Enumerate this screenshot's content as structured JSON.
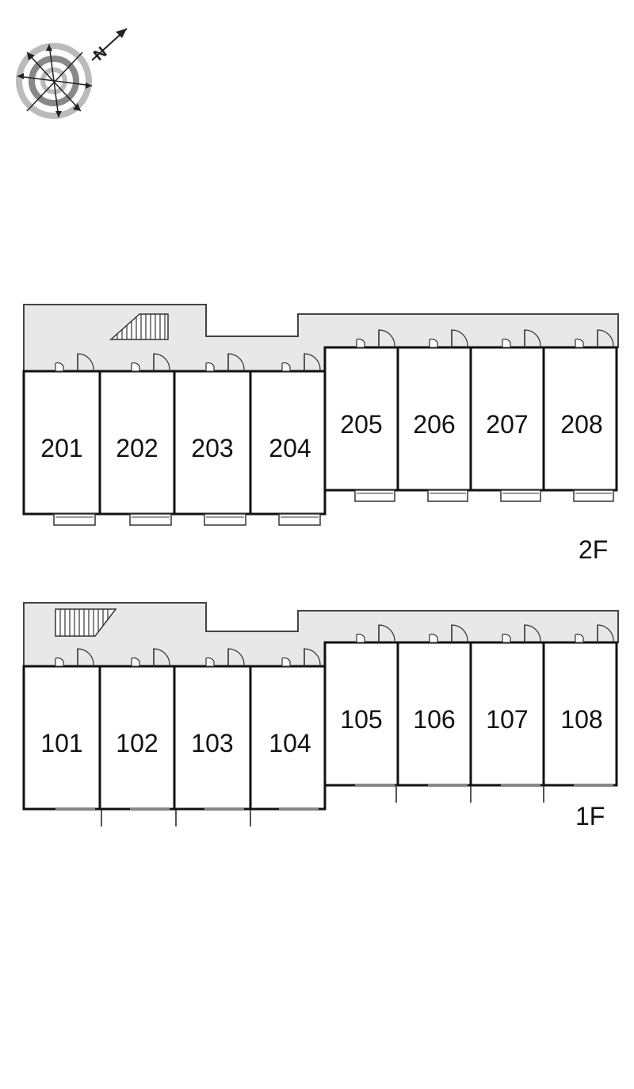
{
  "compass": {
    "north_label": "N",
    "icon": "compass-icon"
  },
  "floors": [
    {
      "id": "2F",
      "label": "2F",
      "units": [
        "201",
        "202",
        "203",
        "204",
        "205",
        "206",
        "207",
        "208"
      ]
    },
    {
      "id": "1F",
      "label": "1F",
      "units": [
        "101",
        "102",
        "103",
        "104",
        "105",
        "106",
        "107",
        "108"
      ]
    }
  ],
  "colors": {
    "corridor": "#e8e8e8",
    "wall": "#111111",
    "outline": "#444444"
  }
}
